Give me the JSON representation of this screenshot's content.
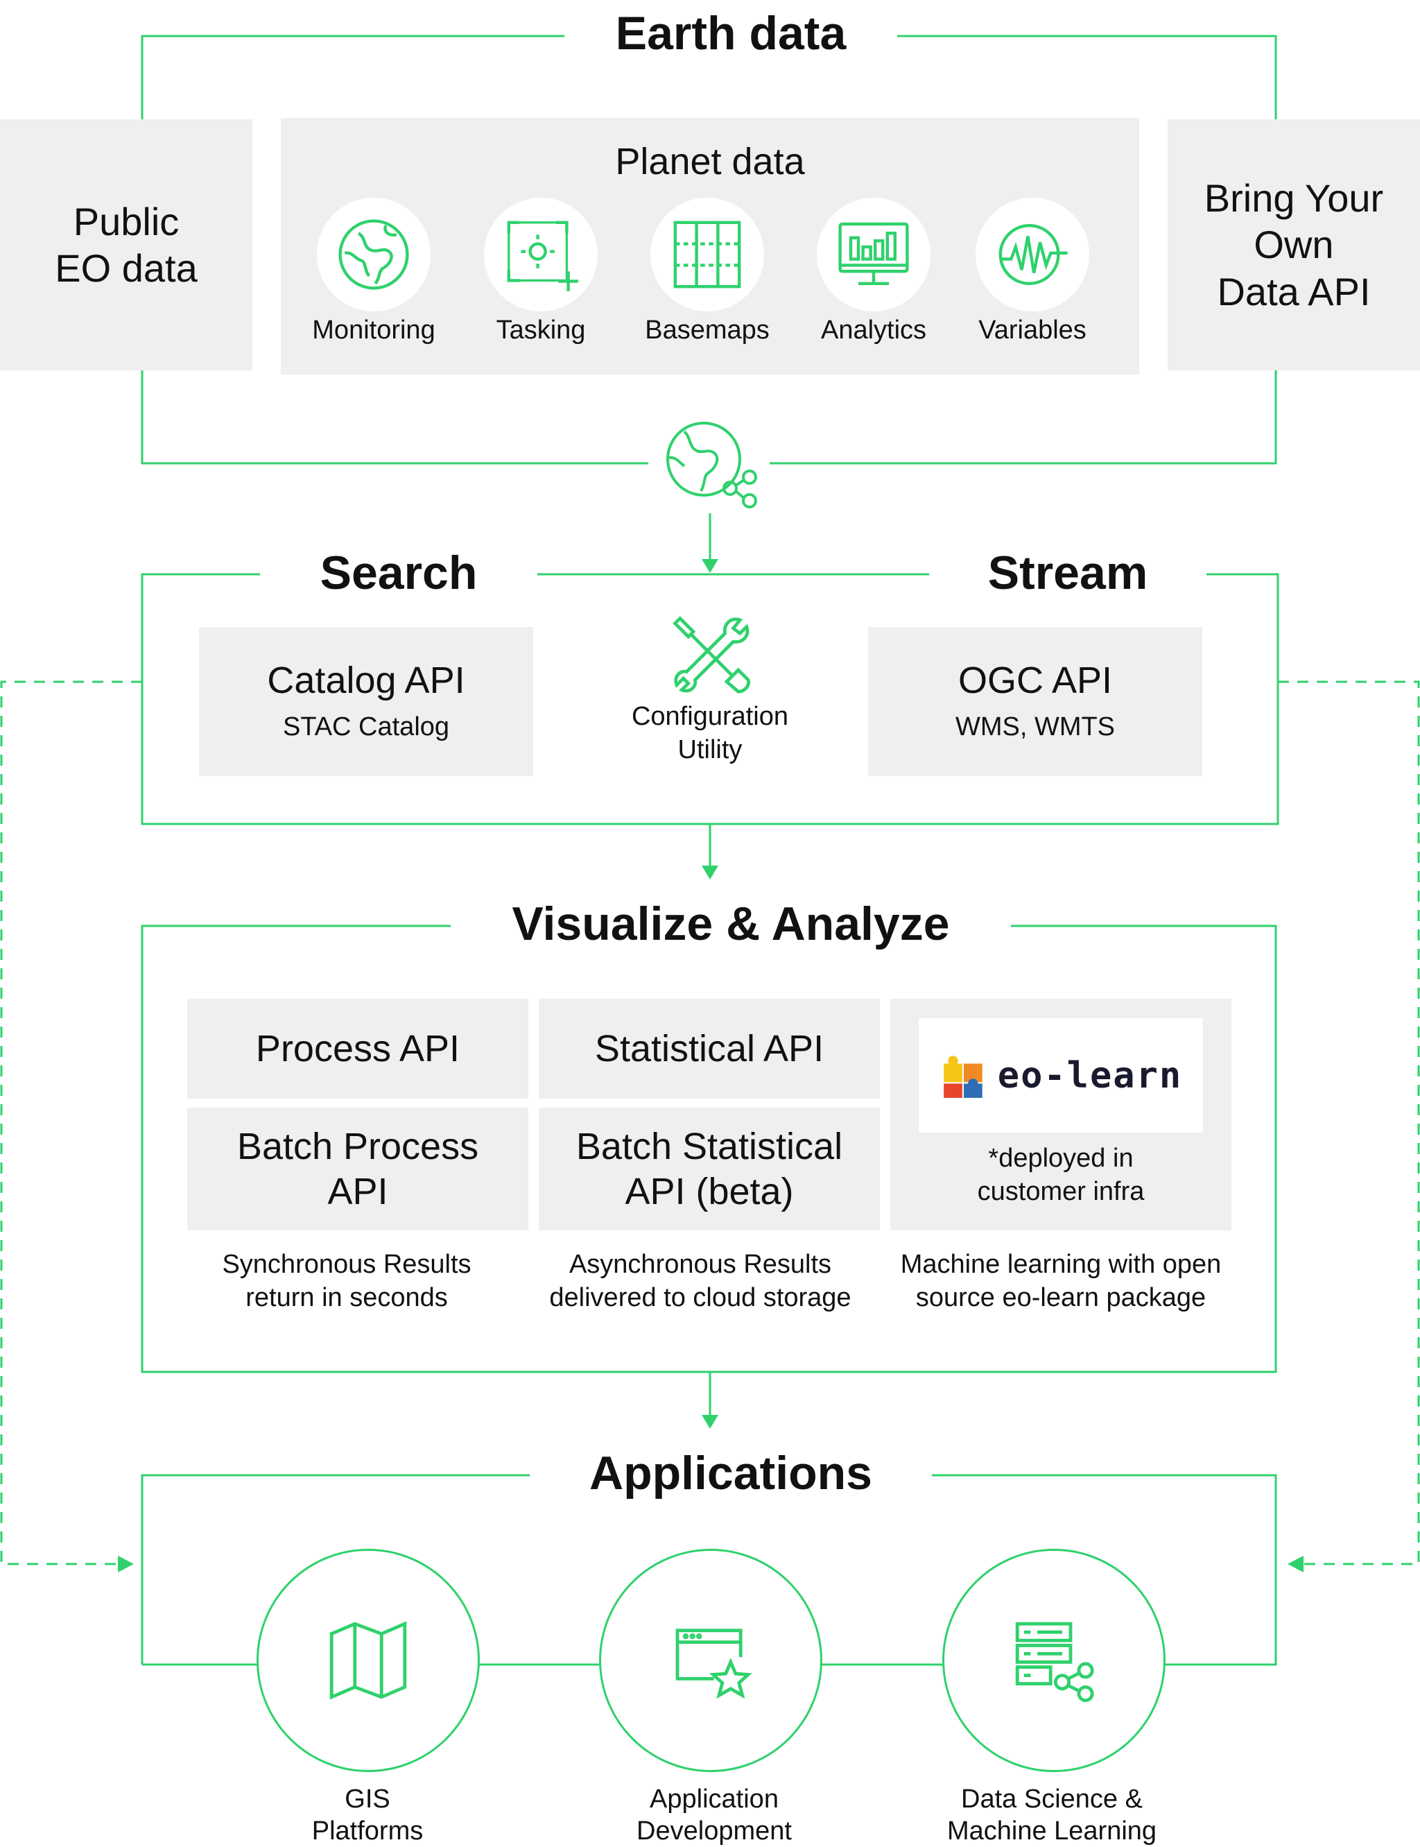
{
  "earth_data": {
    "title": "Earth data",
    "public": "Public\nEO data",
    "planet": {
      "title": "Planet data",
      "items": [
        {
          "label": "Monitoring",
          "icon": "globe-icon"
        },
        {
          "label": "Tasking",
          "icon": "tasking-target-icon"
        },
        {
          "label": "Basemaps",
          "icon": "grid-map-icon"
        },
        {
          "label": "Analytics",
          "icon": "monitor-chart-icon"
        },
        {
          "label": "Variables",
          "icon": "globe-wave-icon"
        }
      ]
    },
    "byod": "Bring Your\nOwn\nData API"
  },
  "search_stream": {
    "search_title": "Search",
    "stream_title": "Stream",
    "catalog": {
      "name": "Catalog API",
      "sub": "STAC Catalog"
    },
    "config": "Configuration\nUtility",
    "ogc": {
      "name": "OGC API",
      "sub": "WMS, WMTS"
    }
  },
  "visualize": {
    "title": "Visualize & Analyze",
    "process": "Process API",
    "statistical": "Statistical API",
    "batch_process": "Batch Process\nAPI",
    "batch_statistical": "Batch Statistical\nAPI (beta)",
    "eolearn_logo": "eo-learn",
    "eolearn_note": "*deployed in\ncustomer infra",
    "captions": [
      "Synchronous Results\nreturn in seconds",
      "Asynchronous Results\ndelivered to cloud storage",
      "Machine learning with open\nsource eo-learn package"
    ]
  },
  "applications": {
    "title": "Applications",
    "items": [
      {
        "label": "GIS\nPlatforms",
        "icon": "folded-map-icon"
      },
      {
        "label": "Application\nDevelopment",
        "icon": "browser-star-icon"
      },
      {
        "label": "Data Science &\nMachine Learning",
        "icon": "data-share-icon"
      }
    ]
  },
  "colors": {
    "accent": "#2fd16c",
    "box": "#efefef",
    "text": "#111111"
  }
}
